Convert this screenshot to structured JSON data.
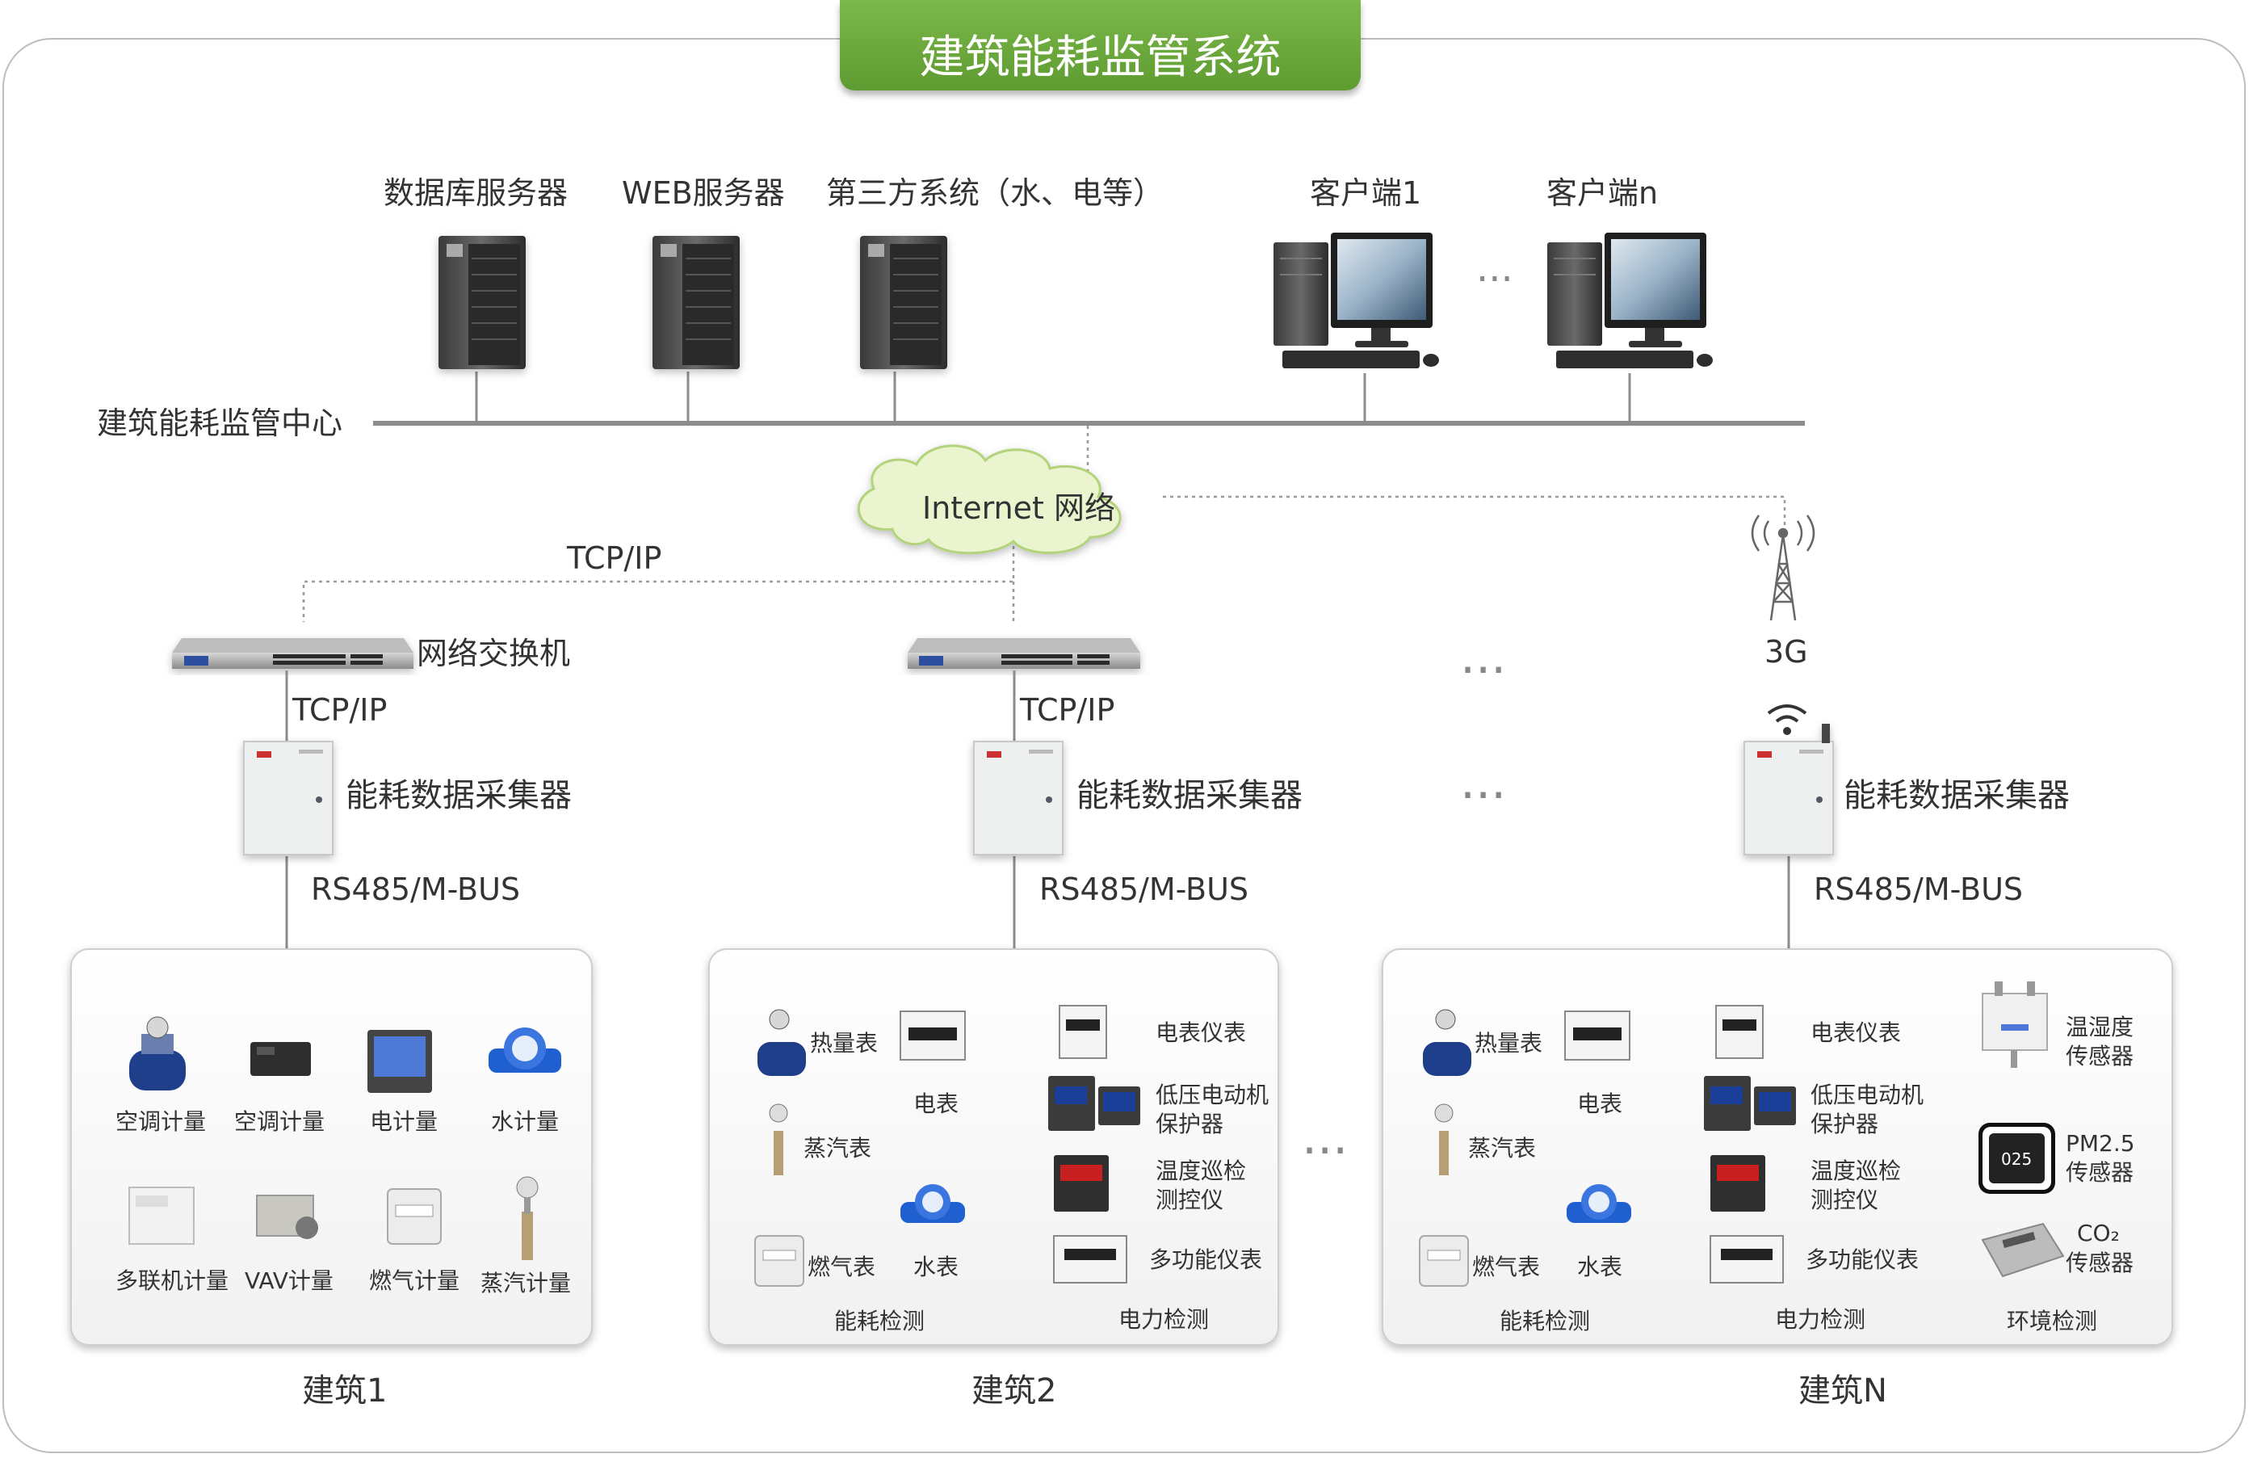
{
  "title": "建筑能耗监管系统",
  "center": {
    "label": "建筑能耗监管中心",
    "servers": [
      "数据库服务器",
      "WEB服务器",
      "第三方系统（水、电等）"
    ],
    "clients": [
      "客户端1",
      "客户端n"
    ],
    "ellipsis": "···"
  },
  "network": {
    "internet": "Internet 网络",
    "tcpip_top": "TCP/IP",
    "wireless": "3G",
    "ellipsis": "···"
  },
  "labels": {
    "switch": "网络交换机",
    "tcpip": "TCP/IP",
    "collector": "能耗数据采集器",
    "bus": "RS485/M-BUS"
  },
  "building1": {
    "name": "建筑1",
    "devices": [
      "空调计量",
      "空调计量",
      "电计量",
      "水计量",
      "多联机计量",
      "VAV计量",
      "燃气计量",
      "蒸汽计量"
    ]
  },
  "building2": {
    "name": "建筑2",
    "energy": [
      "热量表",
      "电表",
      "蒸汽表",
      "燃气表",
      "水表"
    ],
    "power": [
      "电表仪表",
      "低压电动机",
      "保护器",
      "温度巡检",
      "测控仪",
      "多功能仪表"
    ],
    "groups": [
      "能耗检测",
      "电力检测"
    ]
  },
  "buildingN": {
    "name": "建筑N",
    "energy": [
      "热量表",
      "电表",
      "蒸汽表",
      "燃气表",
      "水表"
    ],
    "power": [
      "电表仪表",
      "低压电动机",
      "保护器",
      "温度巡检",
      "测控仪",
      "多功能仪表"
    ],
    "env": [
      "温湿度",
      "传感器",
      "PM2.5",
      "传感器",
      "CO₂",
      "传感器"
    ],
    "groups": [
      "能耗检测",
      "电力检测",
      "环境检测"
    ],
    "pm_display": "025"
  },
  "colors": {
    "banner": "#6aa83b",
    "line": "#8c8c8c",
    "cloud": "#eaf5cf"
  }
}
